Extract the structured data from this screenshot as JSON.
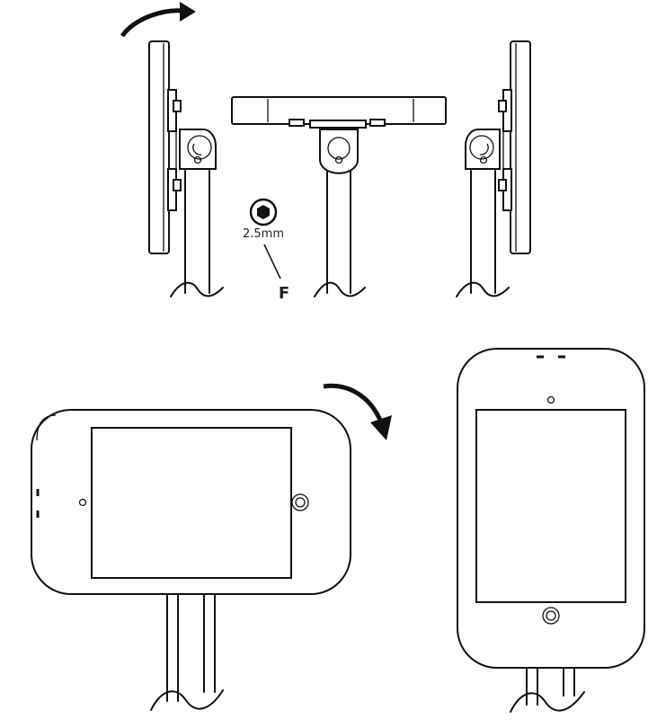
{
  "figure": {
    "tool": {
      "icon": "hex-key-icon",
      "size_label": "2.5mm",
      "callout_label": "F"
    },
    "panels": [
      "side-view-left",
      "top-view",
      "side-view-right",
      "landscape-front-view",
      "portrait-front-view"
    ],
    "rotation_arrows": [
      "rotate-arrow-top",
      "rotate-arrow-clockwise"
    ],
    "colors": {
      "line": "#111111",
      "background": "#ffffff"
    }
  }
}
